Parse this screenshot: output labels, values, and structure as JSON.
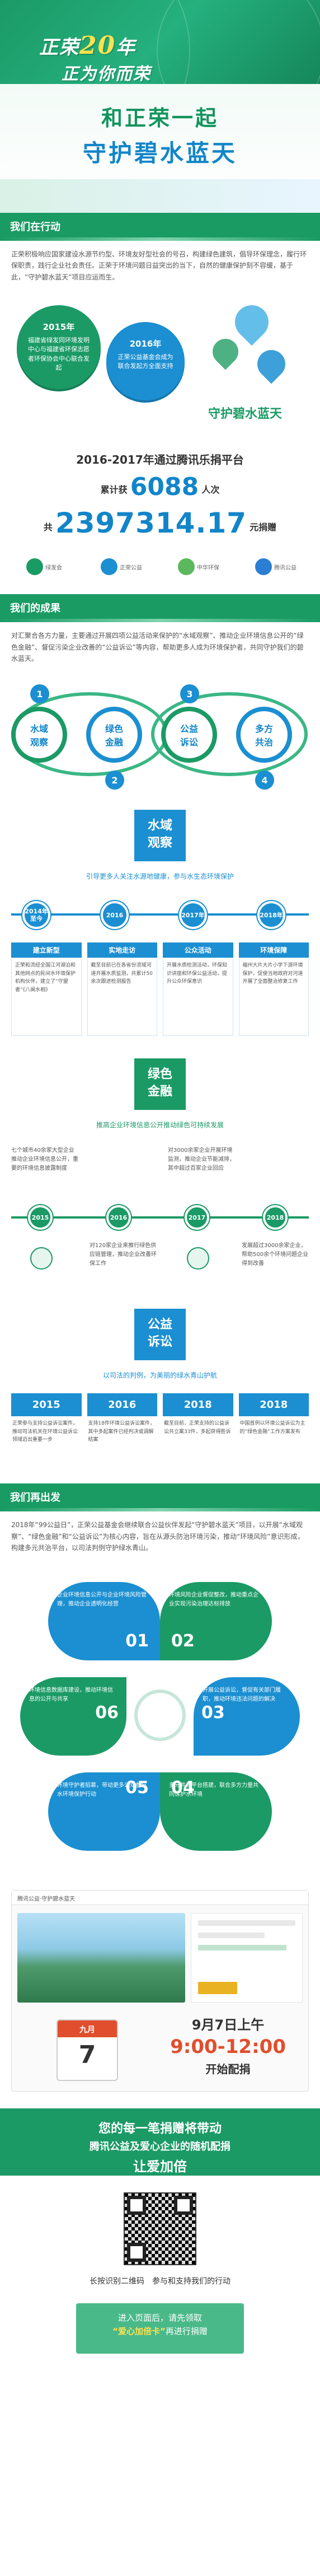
{
  "banner": {
    "title_pre": "正荣",
    "title_num": "20",
    "title_mid": "年",
    "title_line2": "正为你而荣"
  },
  "hero": {
    "line1": "和正荣一起",
    "line2": "守护碧水蓝天"
  },
  "action": {
    "heading": "我们在行动",
    "paragraph": "正荣积极响应国家建设水源节约型、环境友好型社会的号召，构建绿色建筑，倡导环保理念，履行环保职责，践行企业社会责任。正荣于环境问题日益突出的当下，自然的健康保护刻不容缓，基于此，“守护碧水蓝天”项目应运而生。",
    "bubble1_year": "2015年",
    "bubble1_text": "福建省绿发同环境发明中心与福建省环保志愿者环保协会中心联合发起",
    "bubble2_year": "2016年",
    "bubble2_text": "正荣公益基金会成为联合发起方全面支持",
    "logo_text": "守护碧水蓝天",
    "stat_title": "2016-2017年通过腾讯乐捐平台",
    "stat_count_label": "累计获",
    "stat_count": "6088",
    "stat_count_unit": "人次",
    "stat_amount_label": "共",
    "stat_amount": "2397314.17",
    "stat_amount_unit": "元捐赠",
    "partners": [
      "绿发会",
      "正荣公益",
      "中华环保",
      "腾讯公益"
    ]
  },
  "results": {
    "heading": "我们的成果",
    "paragraph": "对汇聚合各方力量，主要通过开展四项公益活动来保护的“水域观察”、推动企业环境信息公开的“绿色金融”、督促污染企业改善的“公益诉讼”等内容，帮助更多人成为环境保护者，共同守护我们的碧水蓝天。",
    "chain": [
      {
        "num": "1",
        "label": "水域\n观察"
      },
      {
        "num": "2",
        "label": "绿色\n金融"
      },
      {
        "num": "3",
        "label": "公益\n诉讼"
      },
      {
        "num": "4",
        "label": "多方\n共治"
      }
    ],
    "water": {
      "badge": "水域\n观察",
      "caption": "引导更多人关注水源地健康，参与水生态环境保护",
      "years": [
        "2014年\n至今",
        "2016",
        "2017年",
        "2018年"
      ],
      "cards": [
        {
          "h": "建立新型",
          "b": "正荣和流经全国江河湖泊和其他网点的民间水环境保护机构伙伴，建立了“守望者”《八闽水相》"
        },
        {
          "h": "实地走访",
          "b": "截至目前已在各省份流域河道开展水质监测，共累计50余次跟进检测报告"
        },
        {
          "h": "公众活动",
          "b": "开展水质检测活动，环保知识讲座和环保公益活动，提升公众环保意识"
        },
        {
          "h": "环境保障",
          "b": "福州大片大片小学下游环境保护，促使当地政府对河道开展了全面整治修复工作"
        }
      ]
    },
    "finance": {
      "badge": "绿色\n金融",
      "caption": "推高企业环境信息公开推动绿色可持续发展",
      "items": [
        {
          "y": "2015",
          "t": "七个城市40余家大型企业推动企业环境信息公开，重要的环境信息披露制度"
        },
        {
          "y": "2016",
          "t": "对120家企业来推行绿色供应链管理，推动企业改善环保工作"
        },
        {
          "y": "2017",
          "t": "对3000余家企业开展环境监测，推动企业节能减排，其中超过百家企业回应"
        },
        {
          "y": "2018",
          "t": "发展超过3000余家企业，帮助500余个环境问题企业得到改善"
        }
      ]
    },
    "legal": {
      "badge": "公益\n诉讼",
      "caption": "以司法的判例，为美丽的绿水青山护航",
      "cells": [
        {
          "y": "2015",
          "t": "正荣参与支持公益诉讼案件，推动司法机关在环境公益诉讼领域迈出重要一步"
        },
        {
          "y": "2016",
          "t": "支持18件环境公益诉讼案件，其中多起案件已经判决或调解结案"
        },
        {
          "y": "2018",
          "t": "截至目前，正荣支持的公益诉讼共立案33件，多起获得胜诉"
        },
        {
          "y": "2018",
          "t": "中国首例以环境公益诉讼为主的“绿色金融”工作方案发布"
        }
      ]
    }
  },
  "outreach": {
    "heading": "我们再出发",
    "paragraph": "2018年“99公益日”，正荣公益基金会继续联合公益伙伴发起“守护碧水蓝天”项目，以开展“水域观察”、“绿色金融”和“公益诉讼”为核心内容，旨在从源头防治环境污染，推动“环境风险”意识形成，构建多元共治平台，以司法判例守护绿水青山。",
    "petals": [
      {
        "n": "01",
        "t": "企业环境信息公开与企业环境风险管理，推动企业透明化经营"
      },
      {
        "n": "02",
        "t": "环境风险企业督促整改，推动重点企业实现污染治理达标排放"
      },
      {
        "n": "03",
        "t": "开展公益诉讼，督促有关部门履职，推动环境违法问题的解决"
      },
      {
        "n": "04",
        "t": "多元共治平台搭建，联合多方力量共同保护水环境"
      },
      {
        "n": "05",
        "t": "环境守护者招募，带动更多公众参与水环境保护行动"
      },
      {
        "n": "06",
        "t": "环境信息数据库建设，推动环境信息的公开与共享"
      }
    ]
  },
  "donate": {
    "tab_label": "腾讯公益·守护碧水蓝天",
    "month": "九月",
    "day": "7",
    "time_label": "9月7日上午",
    "time_range": "9:00-12:00",
    "time_note": "开始配捐"
  },
  "footer": {
    "line1": "您的每一笔捐赠将带动",
    "line2": "腾讯公益及爱心企业的随机配捐",
    "line3": "让爱加倍",
    "qr_caption": "长按识别二维码　参与和支持我们的行动",
    "btn_line1": "进入页面后，请先领取",
    "btn_hl": "“爱心加倍卡”",
    "btn_line2": "再进行捐赠"
  },
  "colors": {
    "green": "#1b9a66",
    "blue": "#1b8fd1",
    "blue_text": "#1285c9",
    "accent_red": "#e14e2d",
    "yellow": "#ffe14d"
  }
}
